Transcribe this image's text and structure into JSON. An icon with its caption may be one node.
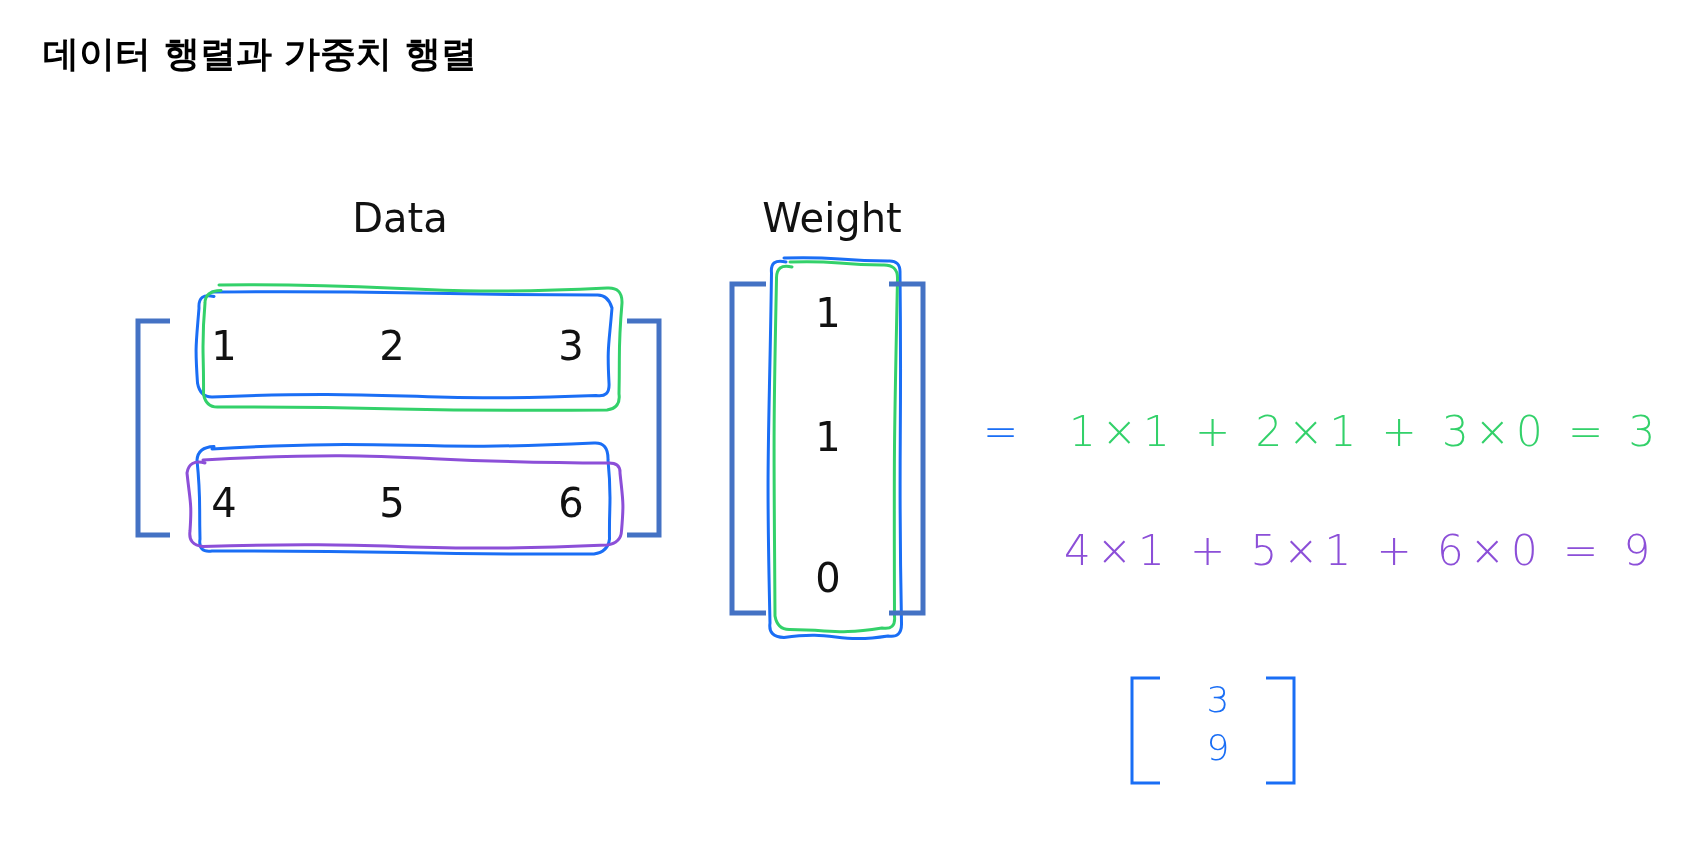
{
  "diagram": {
    "title": "데이터 행렬과 가중치 행렬",
    "nodes": [
      {
        "text": [
          "1",
          "2",
          "3",
          "4",
          "5",
          "6"
        ],
        "beside": [
          "Data"
        ]
      },
      {
        "text": [
          "1",
          "1",
          "0"
        ],
        "beside": [
          "Weight"
        ]
      },
      {
        "text": [
          "3",
          "9"
        ]
      }
    ],
    "labels": [
      "=",
      "1×1 + 2×1 + 3×0 = 3",
      "4×1 + 5×1 + 6×0 = 9"
    ]
  }
}
